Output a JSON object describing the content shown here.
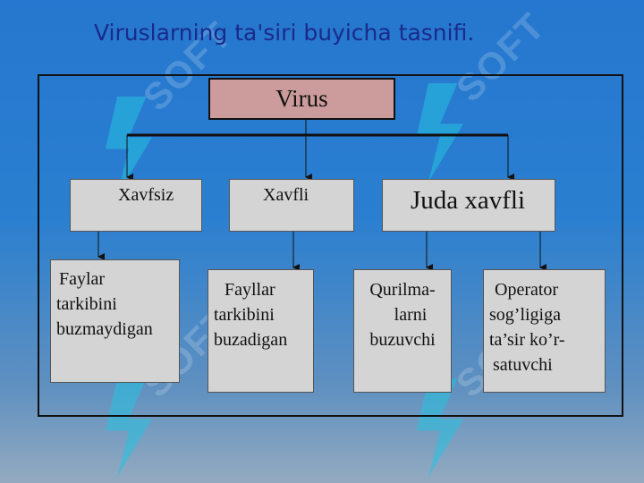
{
  "title": "Viruslarning ta'siri buyicha tasnifi.",
  "root": {
    "label": "Virus"
  },
  "categories": [
    {
      "label": "Xavfsiz"
    },
    {
      "label": "Xavfli"
    },
    {
      "label": "Juda xavfli"
    }
  ],
  "leaves": [
    {
      "lines": [
        "Faylar",
        "tarkibini",
        "buzmaydigan"
      ]
    },
    {
      "lines": [
        "Fayllar",
        "tarkibini",
        "buzadigan"
      ]
    },
    {
      "lines": [
        "Qurilma-",
        "larni",
        "buzuvchi"
      ]
    },
    {
      "lines": [
        "Operator",
        "sog’ligiga",
        "ta’sir ko’r-",
        "satuvchi"
      ]
    }
  ],
  "watermark": {
    "text": "SOFT"
  },
  "colors": {
    "root_fill": "#cc9b9b",
    "box_fill": "#d4d4d4",
    "title": "#1a2a8a"
  }
}
